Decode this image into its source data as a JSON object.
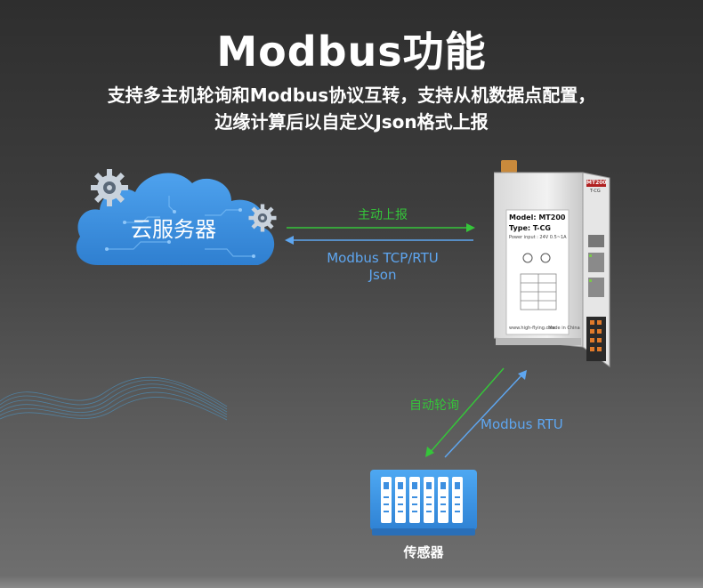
{
  "title": "Modbus功能",
  "subtitle": {
    "line1": "支持多主机轮询和Modbus协议互转，支持从机数据点配置，",
    "line2": "边缘计算后以自定义Json格式上报"
  },
  "cloud": {
    "label": "云服务器",
    "icon": "cloud-icon"
  },
  "link_cloud_device": {
    "report_label": "主动上报",
    "protocol_line1": "Modbus TCP/RTU",
    "protocol_line2": "Json"
  },
  "device": {
    "model_label": "Model: MT200",
    "type_label": "Type: T-CG",
    "power_label": "Power input : 24V 0.5~1A",
    "site_label": "www.high-flying.com",
    "made_label": "Made in China",
    "face_label": "MT200",
    "face_sub": "T-CG"
  },
  "link_device_sensor": {
    "poll_label": "自动轮询",
    "protocol_label": "Modbus RTU"
  },
  "sensor": {
    "label": "传感器",
    "icon": "sensor-module-icon"
  },
  "colors": {
    "green": "#35c53a",
    "blue": "#5ea6f0",
    "cloud": "#3d8fe0"
  }
}
